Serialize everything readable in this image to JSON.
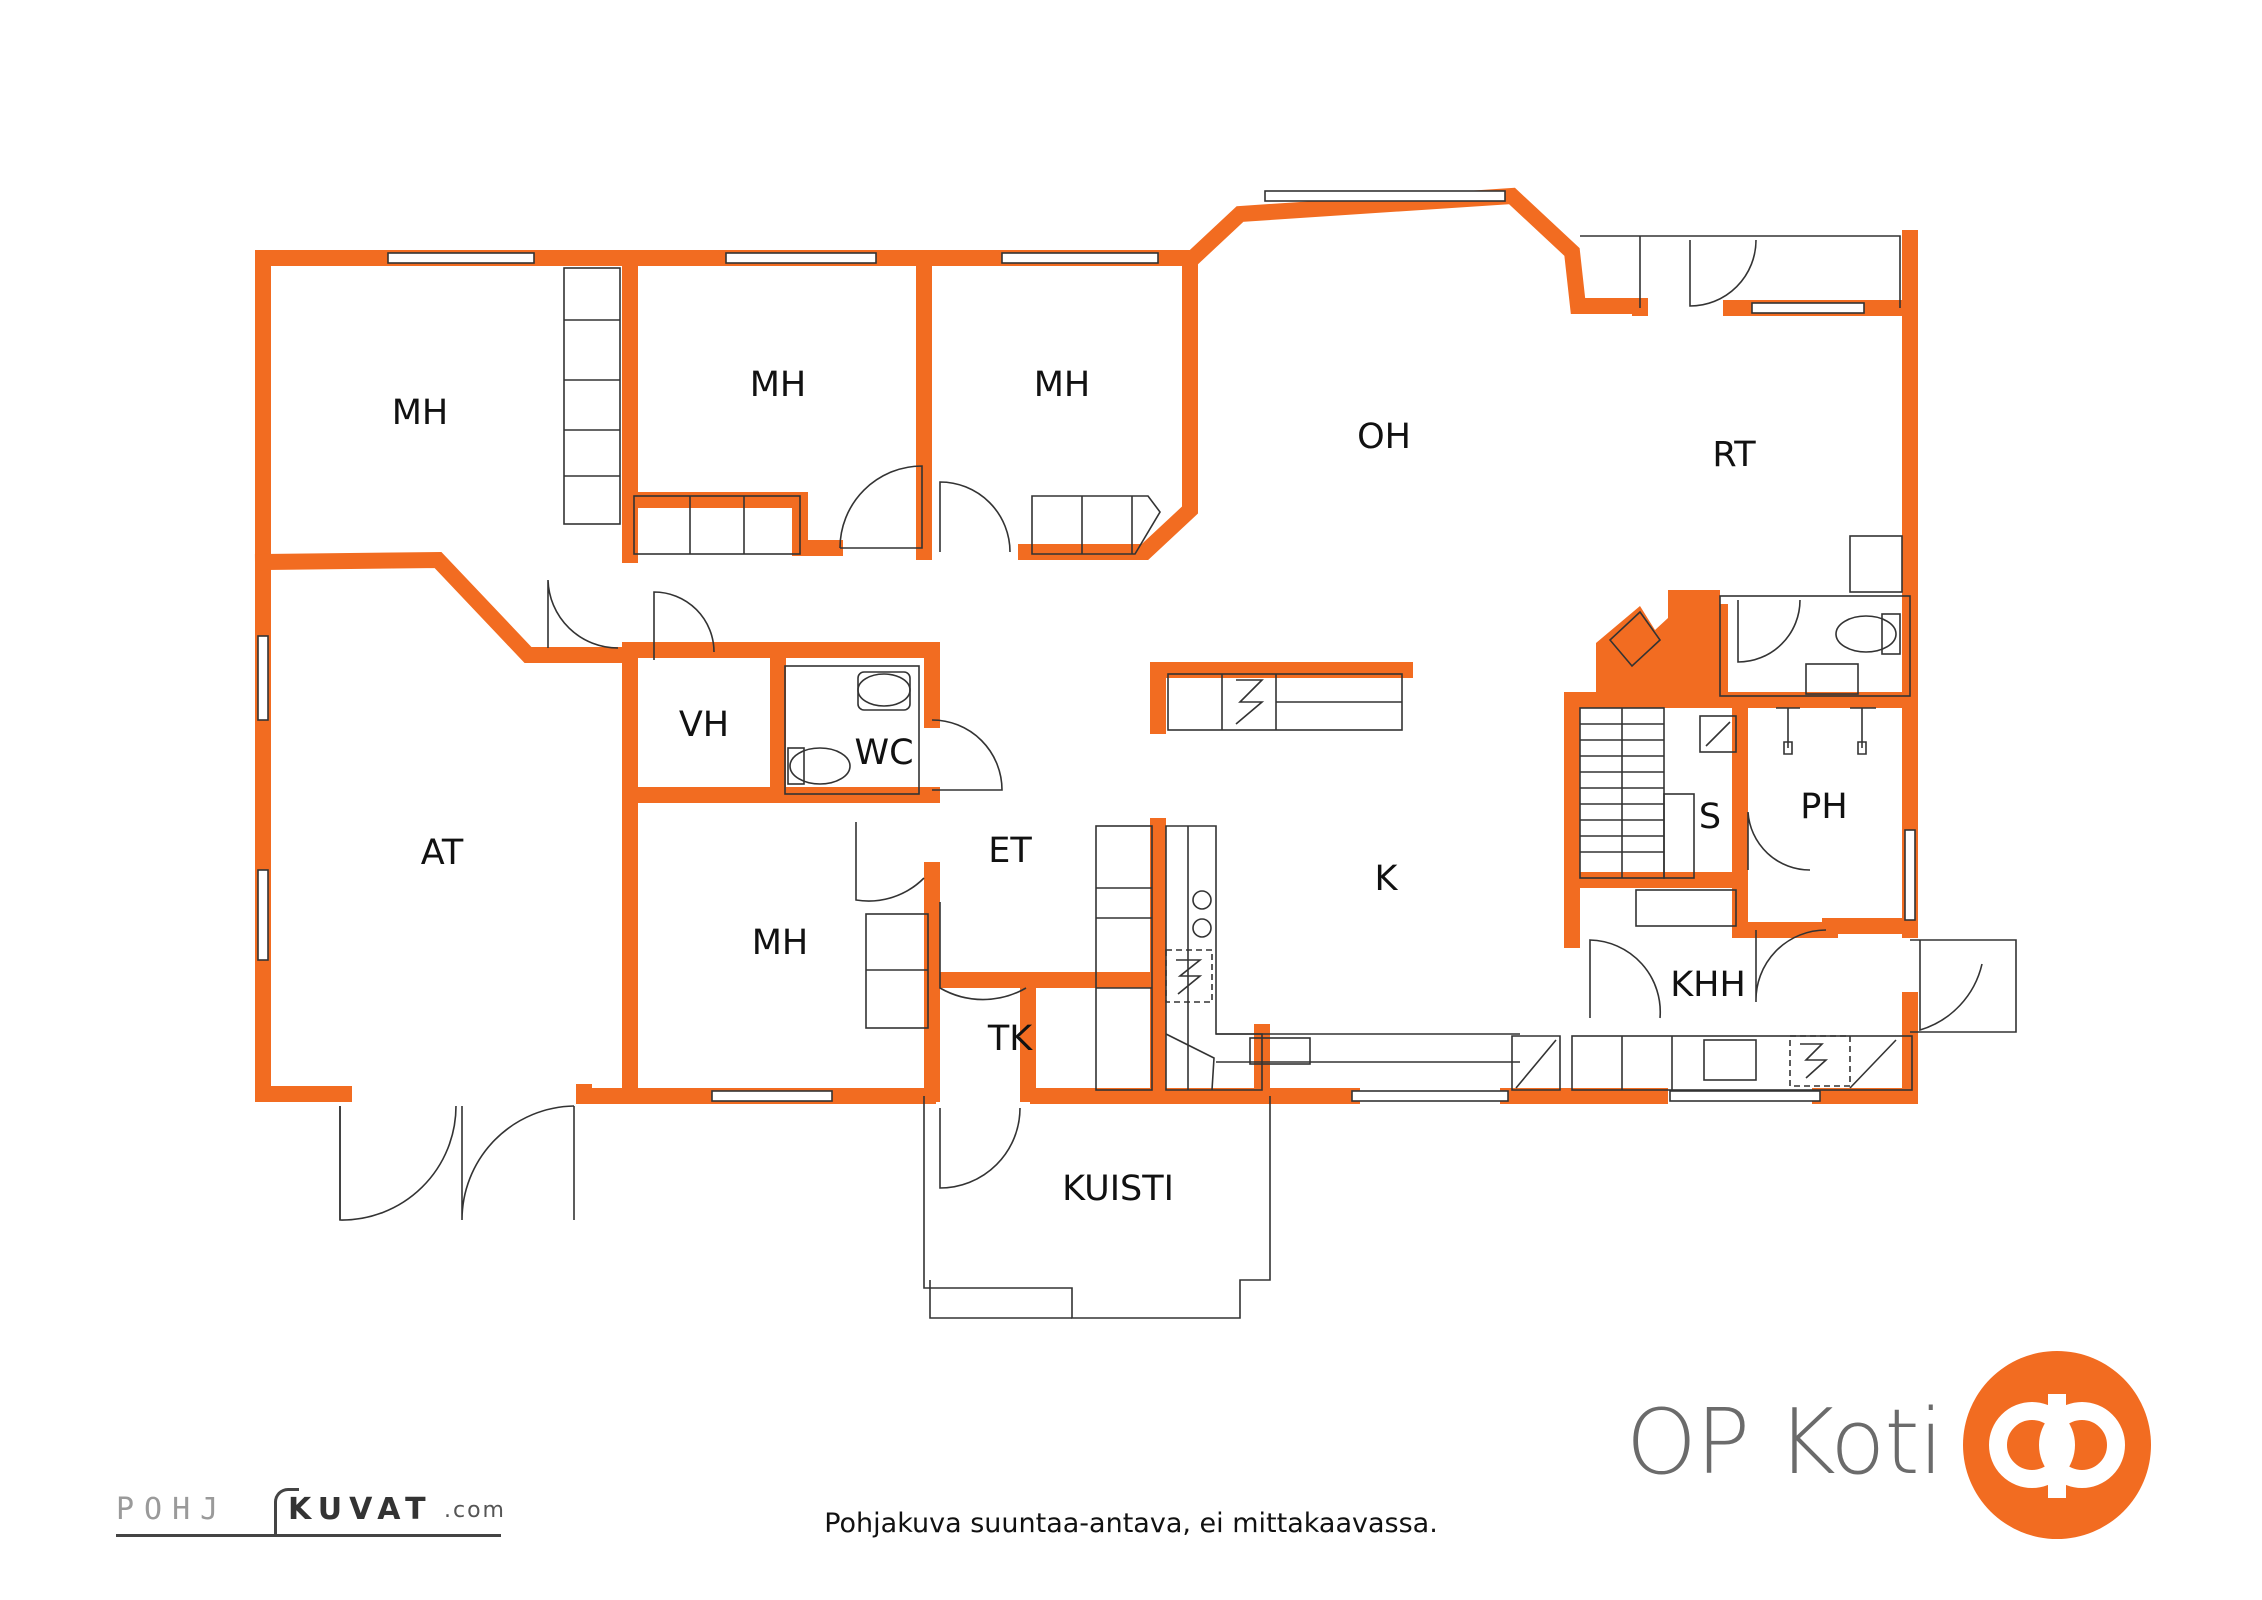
{
  "rooms": {
    "mh_nw": "MH",
    "mh_n2": "MH",
    "mh_n3": "MH",
    "oh": "OH",
    "rt": "RT",
    "at": "AT",
    "vh": "VH",
    "wc": "WC",
    "et": "ET",
    "k": "K",
    "s": "S",
    "ph": "PH",
    "mh_s": "MH",
    "tk": "TK",
    "khh": "KHH",
    "kuisti": "KUISTI"
  },
  "brand": {
    "name": "OP Koti",
    "logo_icon": "op-logo-icon",
    "accent_color": "#F26C21"
  },
  "caption": "Pohjakuva suuntaa-antava, ei mittakaavassa.",
  "credit": {
    "part1": "POHJ",
    "part2": "KUVAT",
    "part3": ".com"
  }
}
